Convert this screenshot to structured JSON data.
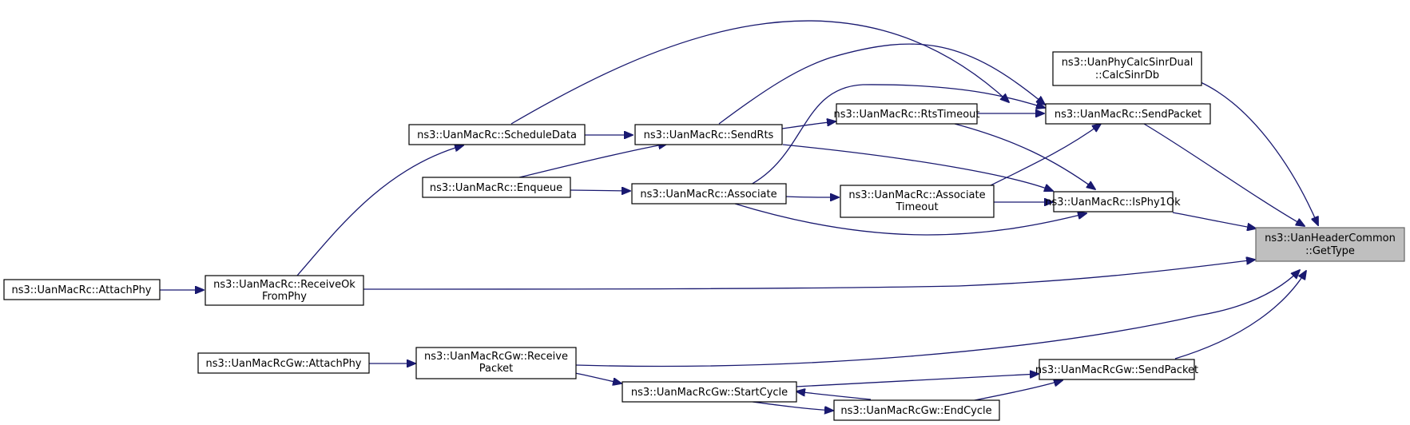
{
  "diagram": {
    "type": "call-graph",
    "colors": {
      "edge": "#191970",
      "node_border": "#000000",
      "focus_fill": "#bfbfbf",
      "focus_border": "#666666"
    },
    "nodes": [
      {
        "id": "getType",
        "lines": [
          "ns3::UanHeaderCommon",
          "::GetType"
        ],
        "focus": true
      },
      {
        "id": "calcSinrDb",
        "lines": [
          "ns3::UanPhyCalcSinrDual",
          "::CalcSinrDb"
        ]
      },
      {
        "id": "rcSendPacket",
        "lines": [
          "ns3::UanMacRc::SendPacket"
        ]
      },
      {
        "id": "rcIsPhy1Ok",
        "lines": [
          "ns3::UanMacRc::IsPhy1Ok"
        ]
      },
      {
        "id": "rcRtsTimeout",
        "lines": [
          "ns3::UanMacRc::RtsTimeout"
        ]
      },
      {
        "id": "rcAssociateTimeout",
        "lines": [
          "ns3::UanMacRc::Associate",
          "Timeout"
        ]
      },
      {
        "id": "rcScheduleData",
        "lines": [
          "ns3::UanMacRc::ScheduleData"
        ]
      },
      {
        "id": "rcSendRts",
        "lines": [
          "ns3::UanMacRc::SendRts"
        ]
      },
      {
        "id": "rcEnqueue",
        "lines": [
          "ns3::UanMacRc::Enqueue"
        ]
      },
      {
        "id": "rcAssociate",
        "lines": [
          "ns3::UanMacRc::Associate"
        ]
      },
      {
        "id": "rcReceiveOkFromPhy",
        "lines": [
          "ns3::UanMacRc::ReceiveOk",
          "FromPhy"
        ]
      },
      {
        "id": "rcAttachPhy",
        "lines": [
          "ns3::UanMacRc::AttachPhy"
        ]
      },
      {
        "id": "gwAttachPhy",
        "lines": [
          "ns3::UanMacRcGw::AttachPhy"
        ]
      },
      {
        "id": "gwReceivePacket",
        "lines": [
          "ns3::UanMacRcGw::Receive",
          "Packet"
        ]
      },
      {
        "id": "gwSendPacket",
        "lines": [
          "ns3::UanMacRcGw::SendPacket"
        ]
      },
      {
        "id": "gwStartCycle",
        "lines": [
          "ns3::UanMacRcGw::StartCycle"
        ]
      },
      {
        "id": "gwEndCycle",
        "lines": [
          "ns3::UanMacRcGw::EndCycle"
        ]
      }
    ],
    "edges": [
      {
        "from": "calcSinrDb",
        "to": "getType"
      },
      {
        "from": "rcSendPacket",
        "to": "getType"
      },
      {
        "from": "rcIsPhy1Ok",
        "to": "getType"
      },
      {
        "from": "rcReceiveOkFromPhy",
        "to": "getType"
      },
      {
        "from": "gwReceivePacket",
        "to": "getType"
      },
      {
        "from": "gwSendPacket",
        "to": "getType"
      },
      {
        "from": "rcRtsTimeout",
        "to": "rcSendPacket"
      },
      {
        "from": "rcScheduleData",
        "to": "rcSendPacket"
      },
      {
        "from": "rcSendRts",
        "to": "rcSendPacket"
      },
      {
        "from": "rcAssociate",
        "to": "rcSendPacket"
      },
      {
        "from": "rcAssociateTimeout",
        "to": "rcSendPacket"
      },
      {
        "from": "rcRtsTimeout",
        "to": "rcIsPhy1Ok"
      },
      {
        "from": "rcSendRts",
        "to": "rcIsPhy1Ok"
      },
      {
        "from": "rcAssociateTimeout",
        "to": "rcIsPhy1Ok"
      },
      {
        "from": "rcAssociate",
        "to": "rcIsPhy1Ok"
      },
      {
        "from": "rcSendRts",
        "to": "rcRtsTimeout"
      },
      {
        "from": "rcAssociate",
        "to": "rcAssociateTimeout"
      },
      {
        "from": "rcScheduleData",
        "to": "rcSendRts"
      },
      {
        "from": "rcEnqueue",
        "to": "rcSendRts"
      },
      {
        "from": "rcEnqueue",
        "to": "rcAssociate"
      },
      {
        "from": "rcReceiveOkFromPhy",
        "to": "rcScheduleData"
      },
      {
        "from": "rcAttachPhy",
        "to": "rcReceiveOkFromPhy"
      },
      {
        "from": "gwAttachPhy",
        "to": "gwReceivePacket"
      },
      {
        "from": "gwReceivePacket",
        "to": "gwStartCycle"
      },
      {
        "from": "gwStartCycle",
        "to": "gwSendPacket"
      },
      {
        "from": "gwStartCycle",
        "to": "gwEndCycle"
      },
      {
        "from": "gwEndCycle",
        "to": "gwSendPacket"
      },
      {
        "from": "gwEndCycle",
        "to": "gwStartCycle"
      }
    ]
  }
}
